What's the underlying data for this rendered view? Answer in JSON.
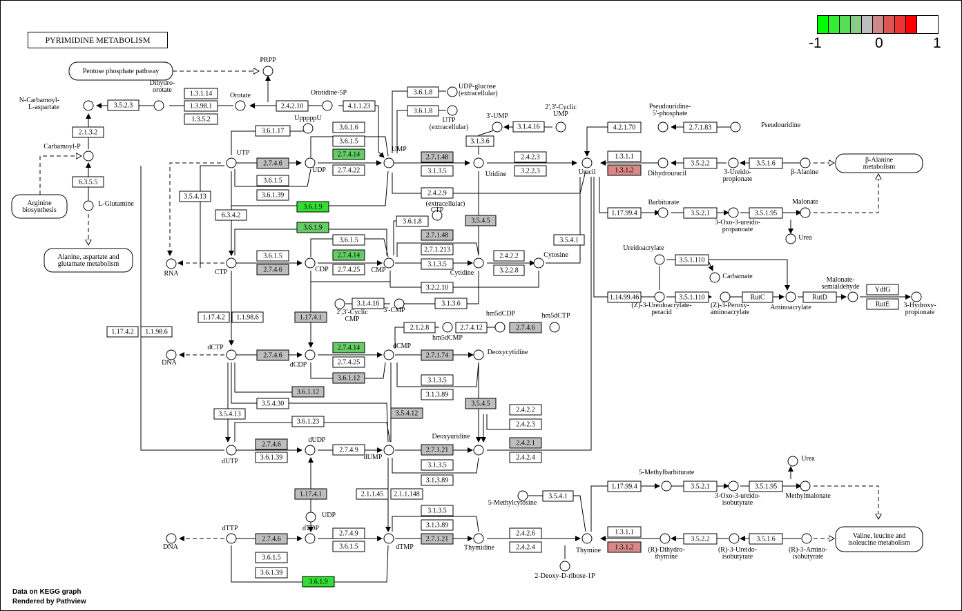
{
  "title": "PYRIMIDINE METABOLISM",
  "footer": {
    "line1": "Data on KEGG graph",
    "line2": "Rendered by Pathview"
  },
  "legend": {
    "min": "-1",
    "mid": "0",
    "max": "1",
    "colors": [
      "#00ff00",
      "#33ee33",
      "#55dd55",
      "#88cc88",
      "#bebebe",
      "#cc8888",
      "#dd5555",
      "#ee3333",
      "#ff0000"
    ]
  },
  "color_map": {
    "grey": "#bebebe",
    "green": "#33dd33",
    "lgreen": "#66cc66",
    "white": "#ffffff",
    "lred": "#d98888",
    "red": "#e06060"
  },
  "pathways": [
    {
      "id": "pentose",
      "text": "Pentose phosphate pathway"
    },
    {
      "id": "arginine",
      "text": "Arginine biosynthesis"
    },
    {
      "id": "alanine",
      "text": "Alanine, aspartate and glutamate metabolism"
    },
    {
      "id": "balanine",
      "text": "β-Alanine metabolism"
    },
    {
      "id": "valine",
      "text": "Valine, leucine and isoleucine metabolism"
    }
  ],
  "enzymes": [
    {
      "t": "3.5.2.3",
      "c": "white"
    },
    {
      "t": "1.3.1.14",
      "c": "white"
    },
    {
      "t": "1.3.98.1",
      "c": "white"
    },
    {
      "t": "1.3.5.2",
      "c": "white"
    },
    {
      "t": "2.4.2.10",
      "c": "white"
    },
    {
      "t": "4.1.1.23",
      "c": "white"
    },
    {
      "t": "2.1.3.2",
      "c": "white"
    },
    {
      "t": "6.3.5.5",
      "c": "white"
    },
    {
      "t": "3.6.1.8",
      "c": "white"
    },
    {
      "t": "3.6.1.8",
      "c": "white"
    },
    {
      "t": "3.1.4.16",
      "c": "white"
    },
    {
      "t": "3.1.3.6",
      "c": "white"
    },
    {
      "t": "3.6.1.17",
      "c": "white"
    },
    {
      "t": "3.6.1.6",
      "c": "white"
    },
    {
      "t": "3.6.1.5",
      "c": "white"
    },
    {
      "t": "2.7.4.14",
      "c": "lgreen"
    },
    {
      "t": "2.7.4.22",
      "c": "white"
    },
    {
      "t": "2.7.4.6",
      "c": "grey"
    },
    {
      "t": "3.6.1.5",
      "c": "white"
    },
    {
      "t": "3.6.1.39",
      "c": "white"
    },
    {
      "t": "3.6.1.9",
      "c": "green"
    },
    {
      "t": "2.7.1.48",
      "c": "grey"
    },
    {
      "t": "3.1.3.5",
      "c": "white"
    },
    {
      "t": "2.4.2.3",
      "c": "white"
    },
    {
      "t": "3.2.2.3",
      "c": "white"
    },
    {
      "t": "2.4.2.9",
      "c": "white"
    },
    {
      "t": "3.5.4.13",
      "c": "white"
    },
    {
      "t": "6.3.4.2",
      "c": "white"
    },
    {
      "t": "3.6.1.9",
      "c": "lgreen"
    },
    {
      "t": "3.6.1.8",
      "c": "white"
    },
    {
      "t": "3.5.4.5",
      "c": "grey"
    },
    {
      "t": "3.6.1.5",
      "c": "white"
    },
    {
      "t": "2.7.1.48",
      "c": "grey"
    },
    {
      "t": "2.7.1.213",
      "c": "white"
    },
    {
      "t": "3.6.1.5",
      "c": "white"
    },
    {
      "t": "2.7.4.14",
      "c": "lgreen"
    },
    {
      "t": "2.7.4.6",
      "c": "grey"
    },
    {
      "t": "2.7.4.25",
      "c": "white"
    },
    {
      "t": "3.1.3.5",
      "c": "white"
    },
    {
      "t": "2.4.2.2",
      "c": "white"
    },
    {
      "t": "3.2.2.8",
      "c": "white"
    },
    {
      "t": "3.2.2.10",
      "c": "white"
    },
    {
      "t": "3.1.4.16",
      "c": "white"
    },
    {
      "t": "3.1.3.6",
      "c": "white"
    },
    {
      "t": "3.5.4.1",
      "c": "white"
    },
    {
      "t": "1.17.4.2",
      "c": "white"
    },
    {
      "t": "1.1.98.6",
      "c": "white"
    },
    {
      "t": "1.17.4.1",
      "c": "grey"
    },
    {
      "t": "1.17.4.2",
      "c": "white"
    },
    {
      "t": "1.1.98.6",
      "c": "white"
    },
    {
      "t": "2.1.2.8",
      "c": "white"
    },
    {
      "t": "2.7.4.12",
      "c": "white"
    },
    {
      "t": "2.7.4.6",
      "c": "grey"
    },
    {
      "t": "2.7.4.6",
      "c": "grey"
    },
    {
      "t": "2.7.4.14",
      "c": "lgreen"
    },
    {
      "t": "2.7.4.25",
      "c": "white"
    },
    {
      "t": "3.6.1.12",
      "c": "grey"
    },
    {
      "t": "2.7.1.74",
      "c": "grey"
    },
    {
      "t": "3.1.3.5",
      "c": "white"
    },
    {
      "t": "3.1.3.89",
      "c": "white"
    },
    {
      "t": "3.6.1.12",
      "c": "grey"
    },
    {
      "t": "3.5.4.30",
      "c": "white"
    },
    {
      "t": "3.5.4.5",
      "c": "grey"
    },
    {
      "t": "3.5.4.13",
      "c": "white"
    },
    {
      "t": "3.5.4.12",
      "c": "grey"
    },
    {
      "t": "3.6.1.23",
      "c": "white"
    },
    {
      "t": "2.4.2.2",
      "c": "white"
    },
    {
      "t": "2.4.2.3",
      "c": "white"
    },
    {
      "t": "2.7.4.6",
      "c": "grey"
    },
    {
      "t": "3.6.1.39",
      "c": "white"
    },
    {
      "t": "2.7.4.9",
      "c": "white"
    },
    {
      "t": "2.7.1.21",
      "c": "grey"
    },
    {
      "t": "3.1.3.5",
      "c": "white"
    },
    {
      "t": "3.1.3.89",
      "c": "white"
    },
    {
      "t": "2.4.2.1",
      "c": "grey"
    },
    {
      "t": "2.4.2.4",
      "c": "white"
    },
    {
      "t": "1.17.4.1",
      "c": "grey"
    },
    {
      "t": "2.1.1.45",
      "c": "white"
    },
    {
      "t": "2.1.1.148",
      "c": "white"
    },
    {
      "t": "3.1.3.5",
      "c": "white"
    },
    {
      "t": "3.1.3.89",
      "c": "white"
    },
    {
      "t": "2.7.4.6",
      "c": "grey"
    },
    {
      "t": "2.7.4.9",
      "c": "white"
    },
    {
      "t": "3.6.1.5",
      "c": "white"
    },
    {
      "t": "2.7.1.21",
      "c": "grey"
    },
    {
      "t": "2.4.2.6",
      "c": "white"
    },
    {
      "t": "2.4.2.4",
      "c": "white"
    },
    {
      "t": "3.6.1.5",
      "c": "white"
    },
    {
      "t": "3.6.1.39",
      "c": "white"
    },
    {
      "t": "3.6.1.9",
      "c": "green"
    },
    {
      "t": "3.5.4.1",
      "c": "white"
    },
    {
      "t": "4.2.1.70",
      "c": "white"
    },
    {
      "t": "2.7.1.83",
      "c": "white"
    },
    {
      "t": "1.3.1.1",
      "c": "white"
    },
    {
      "t": "1.3.1.2",
      "c": "lred"
    },
    {
      "t": "3.5.2.2",
      "c": "white"
    },
    {
      "t": "3.5.1.6",
      "c": "white"
    },
    {
      "t": "1.17.99.4",
      "c": "white"
    },
    {
      "t": "3.5.2.1",
      "c": "white"
    },
    {
      "t": "3.5.1.95",
      "c": "white"
    },
    {
      "t": "3.5.1.110",
      "c": "white"
    },
    {
      "t": "1.14.99.46",
      "c": "white"
    },
    {
      "t": "3.5.1.110",
      "c": "white"
    },
    {
      "t": "RutC",
      "c": "white"
    },
    {
      "t": "RutD",
      "c": "white"
    },
    {
      "t": "YdfG",
      "c": "white"
    },
    {
      "t": "RutE",
      "c": "white"
    },
    {
      "t": "1.17.99.4",
      "c": "white"
    },
    {
      "t": "3.5.2.1",
      "c": "white"
    },
    {
      "t": "3.5.1.95",
      "c": "white"
    },
    {
      "t": "1.3.1.1",
      "c": "white"
    },
    {
      "t": "1.3.1.2",
      "c": "lred"
    },
    {
      "t": "3.5.2.2",
      "c": "white"
    },
    {
      "t": "3.5.1.6",
      "c": "white"
    }
  ],
  "compounds": [
    "PRPP",
    "Dihydro-\norotate",
    "Orotate",
    "Orotidine-5P",
    "N-Carbamoyl-\nL-aspartate",
    "Carbamoyl-P",
    "L-Glutamine",
    "UDP-glucose\n(extracellular)",
    "UTP\n(extracellular)",
    "3'-UMP",
    "2',3'-Cyclic\nUMP",
    "UpppppU",
    "UTP",
    "UDP",
    "UMP",
    "Uridine",
    "Uracil",
    "(extracellular)",
    "RNA",
    "CTP",
    "CDP",
    "CMP",
    "Cytidine",
    "Cytosine",
    "CTP",
    "2',3'-Cyclic\nCMP",
    "3'-CMP",
    "hm5dCDP",
    "hm5dCTP",
    "hm5dCMP",
    "dCTP",
    "DNA",
    "dCDP",
    "dCMP",
    "Deoxycytidine",
    "dUTP",
    "dUDP",
    "dUMP",
    "Deoxyuridine",
    "UDP",
    "dTTP",
    "DNA",
    "dTDP",
    "dTMP",
    "Thymidine",
    "Thymine",
    "2-Deoxy-D-ribose-1P",
    "5-Methylcytosine",
    "Pseudouridine-\n5'-phosphate",
    "Pseudouridine",
    "Dihydrouracil",
    "3-Ureido-\npropionate",
    "β-Alanine",
    "Barbiturate",
    "3-Oxo-3-ureido-\npropanoate",
    "Malonate",
    "Urea",
    "Ureidoacrylate",
    "Carbamate",
    "(Z)-3-Ureidoacrylate-\nperacid",
    "(Z)-3-Peroxy-\naminoacrylate",
    "Aminoacrylate",
    "Malonate-\nsemialdehyde",
    "3-Hydroxy-\npropionate",
    "5-Methylbarbiturate",
    "3-Oxo-3-ureido-\nisobutyrate",
    "Methylmalonate",
    "Urea",
    "(R)-Dihydro-\nthymine",
    "(R)-3-Ureido-\nisobutyrate",
    "(R)-3-Amino-\nisobutyrate"
  ]
}
